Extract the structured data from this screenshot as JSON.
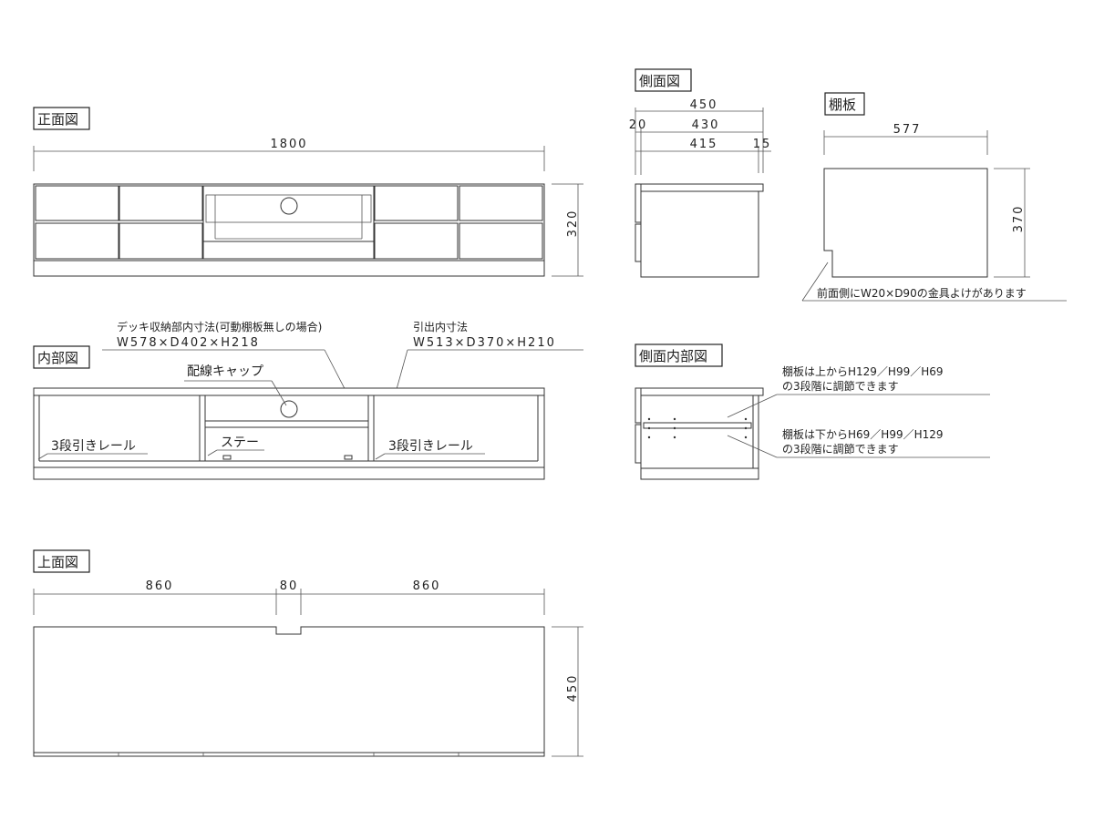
{
  "views": {
    "front": "正面図",
    "side": "側面図",
    "shelf": "棚板",
    "interior": "内部図",
    "side_interior": "側面内部図",
    "top": "上面図"
  },
  "front_dims": {
    "width": "1800",
    "height": "320"
  },
  "side_dims": {
    "total": "450",
    "front": "20",
    "body": "430",
    "inner": "415",
    "back": "15"
  },
  "shelf_dims": {
    "width": "577",
    "depth": "370",
    "note": "前面側にW20×D90の金具よけがあります"
  },
  "interior": {
    "deck_title": "デッキ収納部内寸法(可動棚板無しの場合)",
    "deck_size": "W578×D402×H218",
    "drawer_title": "引出内寸法",
    "drawer_size": "W513×D370×H210",
    "cable_cap": "配線キャップ",
    "rail_left": "3段引きレール",
    "stay": "ステー",
    "rail_right": "3段引きレール"
  },
  "side_interior": {
    "note1_line1": "棚板は上からH129／H99／H69",
    "note1_line2": "の3段階に調節できます",
    "note2_line1": "棚板は下からH69／H99／H129",
    "note2_line2": "の3段階に調節できます"
  },
  "top_dims": {
    "left": "860",
    "center": "80",
    "right": "860",
    "depth": "450"
  }
}
